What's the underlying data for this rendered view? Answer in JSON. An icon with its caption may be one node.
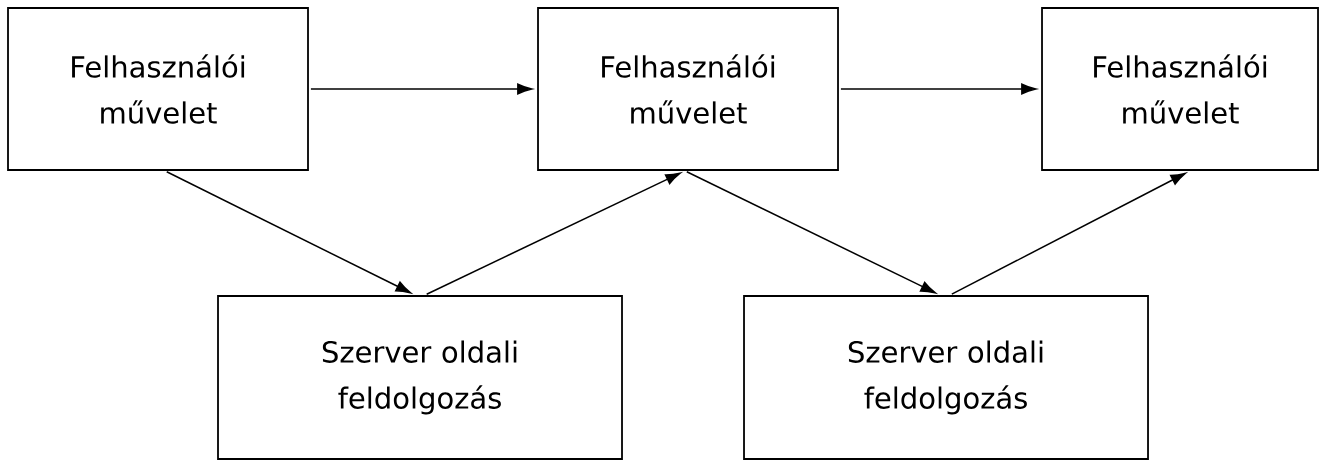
{
  "diagram": {
    "nodes": [
      {
        "text": [
          "Felhasználói művelet"
        ]
      },
      {
        "text": [
          "Felhasználói művelet"
        ]
      },
      {
        "text": [
          "Felhasználói művelet"
        ]
      },
      {
        "text": [
          "Szerver oldali feldolgozás"
        ]
      },
      {
        "text": [
          "Szerver oldali feldolgozás"
        ]
      }
    ],
    "edges": [
      {
        "from": 0,
        "to": 1,
        "arrow": "to"
      },
      {
        "from": 1,
        "to": 2,
        "arrow": "to"
      },
      {
        "from": 0,
        "to": 3,
        "arrow": "to"
      },
      {
        "from": 3,
        "to": 1,
        "arrow": "to"
      },
      {
        "from": 1,
        "to": 4,
        "arrow": "to"
      },
      {
        "from": 4,
        "to": 2,
        "arrow": "to"
      }
    ]
  }
}
